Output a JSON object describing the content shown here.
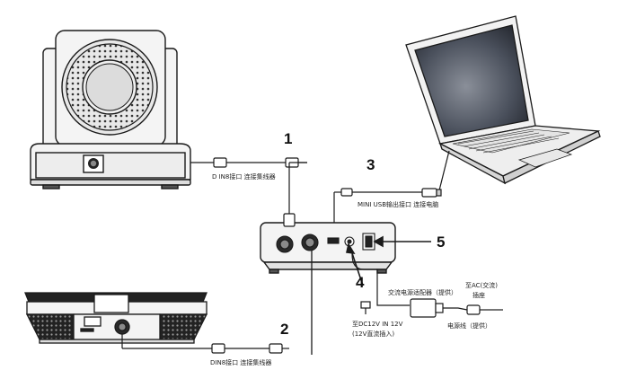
{
  "callouts": {
    "n1": "1",
    "n2": "2",
    "n3": "3",
    "n4": "4",
    "n5": "5"
  },
  "labels": {
    "din_camera": "D IN8接口 连接集线器",
    "mini_usb": "MINI USB输出接口 连接电脑",
    "din_bottom": "DIN8接口 连接集线器",
    "power_adapter": "交流电源适配器（提供）",
    "ac_line1": "至AC(交流)",
    "ac_line2": "插座",
    "dc_line1": "至DC12V IN 12V",
    "dc_line2": "(12V直流插入)",
    "power_cord": "电源线（提供）"
  },
  "colors": {
    "line": "#1a1a1a",
    "device_fill": "#f4f4f4",
    "dark": "#1e1e1e",
    "screen": "#3a3f4a"
  }
}
